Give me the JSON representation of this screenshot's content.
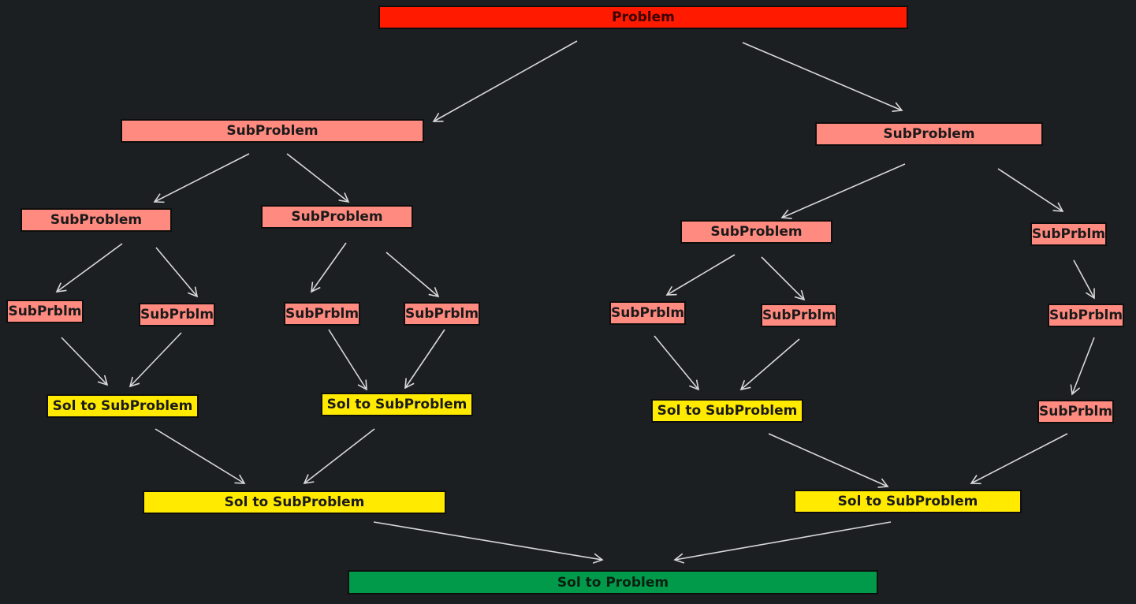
{
  "colors": {
    "background": "#1c1f22",
    "problem": "#ff1a00",
    "subproblem": "#ff8a80",
    "solution": "#ffea00",
    "final_solution": "#009a4a",
    "arrow": "#d8d8d8"
  },
  "diagram": {
    "problem": {
      "label": "Problem"
    },
    "left_branch": {
      "subproblem": {
        "label": "SubProblem"
      },
      "left": {
        "subproblem": {
          "label": "SubProblem"
        },
        "left_leaf": {
          "label": "SubPrblm"
        },
        "right_leaf": {
          "label": "SubPrblm"
        },
        "solution": {
          "label": "Sol to SubProblem"
        }
      },
      "right": {
        "subproblem": {
          "label": "SubProblem"
        },
        "left_leaf": {
          "label": "SubPrblm"
        },
        "right_leaf": {
          "label": "SubPrblm"
        },
        "solution": {
          "label": "Sol to SubProblem"
        }
      },
      "solution": {
        "label": "Sol to SubProblem"
      }
    },
    "right_branch": {
      "subproblem": {
        "label": "SubProblem"
      },
      "left": {
        "subproblem": {
          "label": "SubProblem"
        },
        "left_leaf": {
          "label": "SubPrblm"
        },
        "right_leaf": {
          "label": "SubPrblm"
        },
        "solution": {
          "label": "Sol to SubProblem"
        }
      },
      "right": {
        "level1": {
          "label": "SubPrblm"
        },
        "level2": {
          "label": "SubPrblm"
        },
        "level3": {
          "label": "SubPrblm"
        }
      },
      "solution": {
        "label": "Sol to SubProblem"
      }
    },
    "final_solution": {
      "label": "Sol to Problem"
    }
  }
}
